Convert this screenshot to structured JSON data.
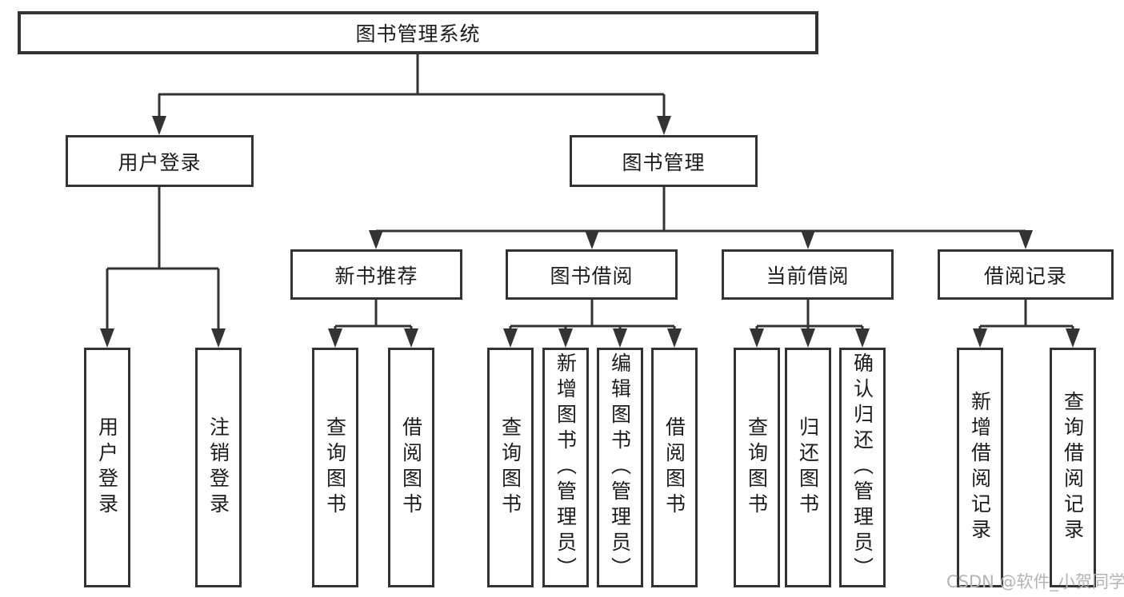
{
  "tree": {
    "label": "图书管理系统",
    "children": [
      {
        "label": "用户登录",
        "children": [
          {
            "label": "用户登录"
          },
          {
            "label": "注销登录"
          }
        ]
      },
      {
        "label": "图书管理",
        "children": [
          {
            "label": "新书推荐",
            "children": [
              {
                "label": "查询图书"
              },
              {
                "label": "借阅图书"
              }
            ]
          },
          {
            "label": "图书借阅",
            "children": [
              {
                "label": "查询图书"
              },
              {
                "label": "新增图书（管理员）"
              },
              {
                "label": "编辑图书（管理员）"
              },
              {
                "label": "借阅图书"
              }
            ]
          },
          {
            "label": "当前借阅",
            "children": [
              {
                "label": "查询图书"
              },
              {
                "label": "归还图书"
              },
              {
                "label": "确认归还（管理员）"
              }
            ]
          },
          {
            "label": "借阅记录",
            "children": [
              {
                "label": "新增借阅记录"
              },
              {
                "label": "查询借阅记录"
              }
            ]
          }
        ]
      }
    ]
  },
  "watermark": {
    "text": "CSDN @软件_小贺同学"
  },
  "colors": {
    "line": "#333333",
    "box_border": "#333333",
    "box_fill": "#ffffff",
    "text": "#1c1c1c",
    "watermark": "#b4b4b4",
    "background": "#ffffff"
  }
}
